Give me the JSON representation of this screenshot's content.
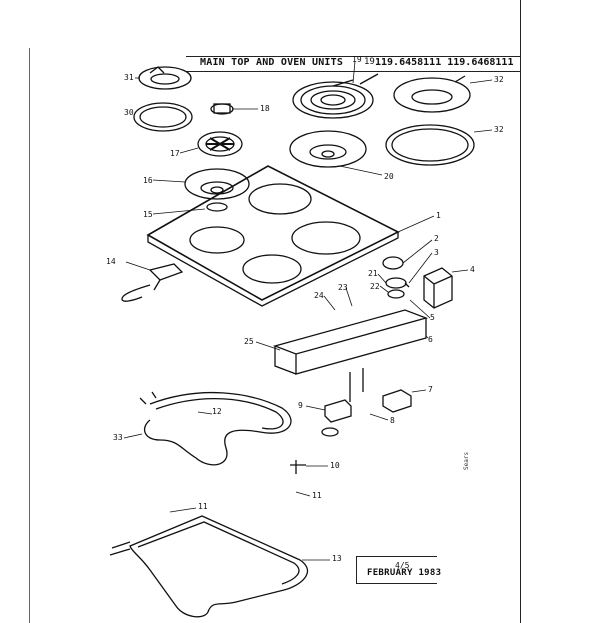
{
  "header": {
    "title": "MAIN TOP AND OVEN UNITS",
    "separator": "19",
    "models": "119.6458111  119.6468111"
  },
  "footer": {
    "page": "4/5",
    "date": "FEBRUARY 1983"
  },
  "side_mark": "Sears",
  "callouts": {
    "c31": "31",
    "c30": "30",
    "c18": "18",
    "c17": "17",
    "c19": "19",
    "c32a": "32",
    "c32b": "32",
    "c20": "20",
    "c16": "16",
    "c15": "15",
    "c1": "1",
    "c2": "2",
    "c3": "3",
    "c4": "4",
    "c14": "14",
    "c21": "21",
    "c22": "22",
    "c23": "23",
    "c24": "24",
    "c5": "5",
    "c25": "25",
    "c6": "6",
    "c7": "7",
    "c9": "9",
    "c8": "8",
    "c12": "12",
    "c33": "33",
    "c10": "10",
    "c11a": "11",
    "c11b": "11",
    "c13": "13"
  }
}
